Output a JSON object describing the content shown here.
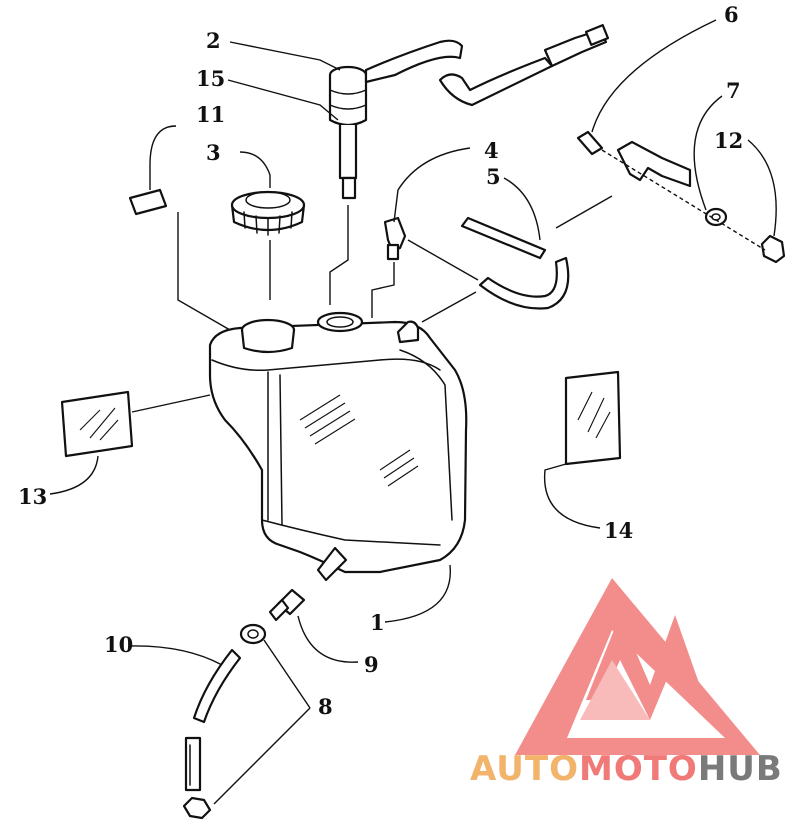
{
  "callouts": {
    "c1": "1",
    "c2": "2",
    "c3": "3",
    "c4": "4",
    "c5": "5",
    "c6": "6",
    "c7": "7",
    "c8": "8",
    "c9": "9",
    "c10": "10",
    "c11": "11",
    "c12": "12",
    "c13": "13",
    "c14": "14",
    "c15": "15"
  },
  "watermark": {
    "part1": "AUTO",
    "part2": "MOTO",
    "part3": "HUB",
    "colors": {
      "auto": "#f2b36b",
      "moto": "#f07a78",
      "hub": "#7a7a7a",
      "logo": "#f07a78"
    }
  }
}
